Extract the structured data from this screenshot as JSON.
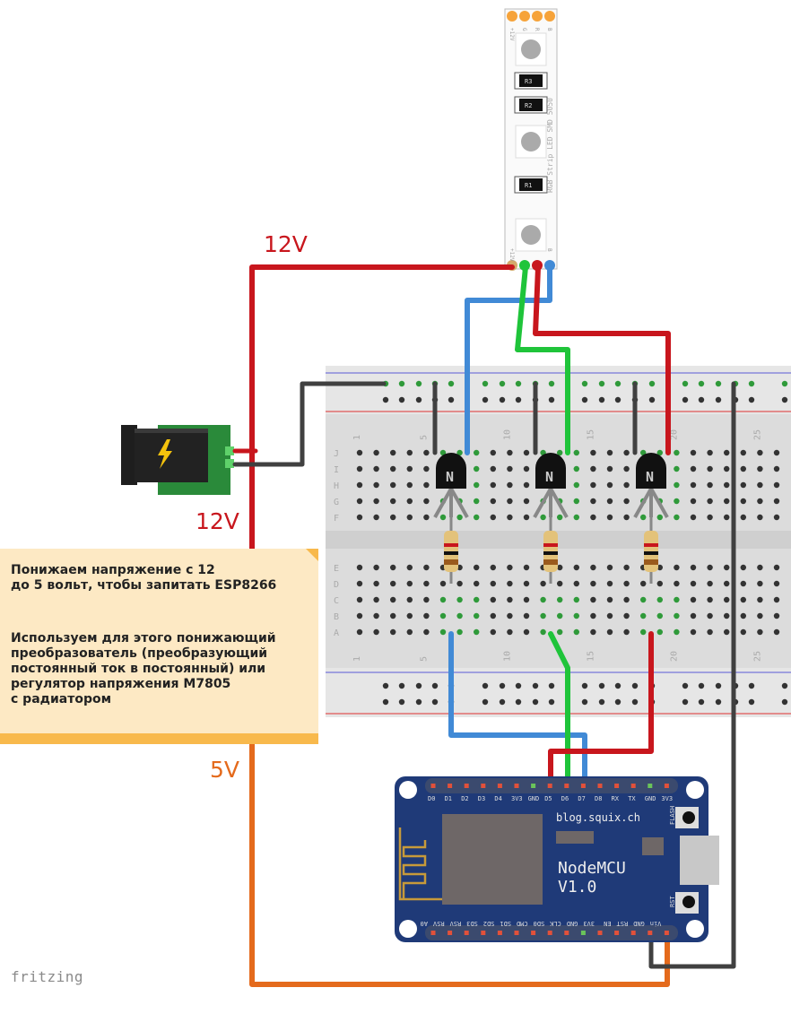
{
  "labels": {
    "v12_top": "12V",
    "v12_left": "12V",
    "v5": "5V"
  },
  "note": {
    "paragraph1": "Понижаем напряжение с 12\nдо 5 вольт, чтобы запитать ESP8266",
    "paragraph2": "Используем для этого понижающий\nпреобразователь (преобразующий\nпостоянный ток в постоянный) или\nрегулятор напряжения M7805\nс радиатором"
  },
  "led_strip": {
    "name": "RGB Strip LED SMD 5050",
    "pins": [
      "+12V",
      "G",
      "R",
      "B"
    ],
    "resistors": [
      "R3",
      "R2",
      "R1"
    ]
  },
  "breadboard": {
    "row_labels_top": [
      "J",
      "I",
      "H",
      "G",
      "F"
    ],
    "row_labels_bottom": [
      "E",
      "D",
      "C",
      "B",
      "A"
    ],
    "column_numbers": [
      "1",
      "5",
      "10",
      "15",
      "20",
      "25"
    ]
  },
  "transistors": [
    {
      "label": "N"
    },
    {
      "label": "N"
    },
    {
      "label": "N"
    }
  ],
  "nodemcu": {
    "title": "NodeMCU",
    "version": "V1.0",
    "website": "blog.squix.ch",
    "flash_label": "FLASH",
    "rst_label": "RST",
    "top_pins": [
      "D0",
      "D1",
      "D2",
      "D3",
      "D4",
      "3V3",
      "GND",
      "D5",
      "D6",
      "D7",
      "D8",
      "RX",
      "TX",
      "GND",
      "3V3"
    ],
    "bottom_pins": [
      "A0",
      "RSV",
      "RSV",
      "SD3",
      "SD2",
      "SD1",
      "CMD",
      "SD0",
      "CLK",
      "GND",
      "3V3",
      "EN",
      "RST",
      "GND",
      "Vin"
    ]
  },
  "watermark": "fritzing",
  "colors": {
    "wire_red": "#c8161d",
    "wire_black": "#404040",
    "wire_blue": "#418ad6",
    "wire_green": "#1fc43a",
    "wire_orange": "#e46a1c",
    "label_red": "#c8161d",
    "label_orange": "#e46a1c",
    "board_blue": "#1f3a78",
    "note_bg": "#fde9c4",
    "note_bar": "#f8b94c"
  }
}
